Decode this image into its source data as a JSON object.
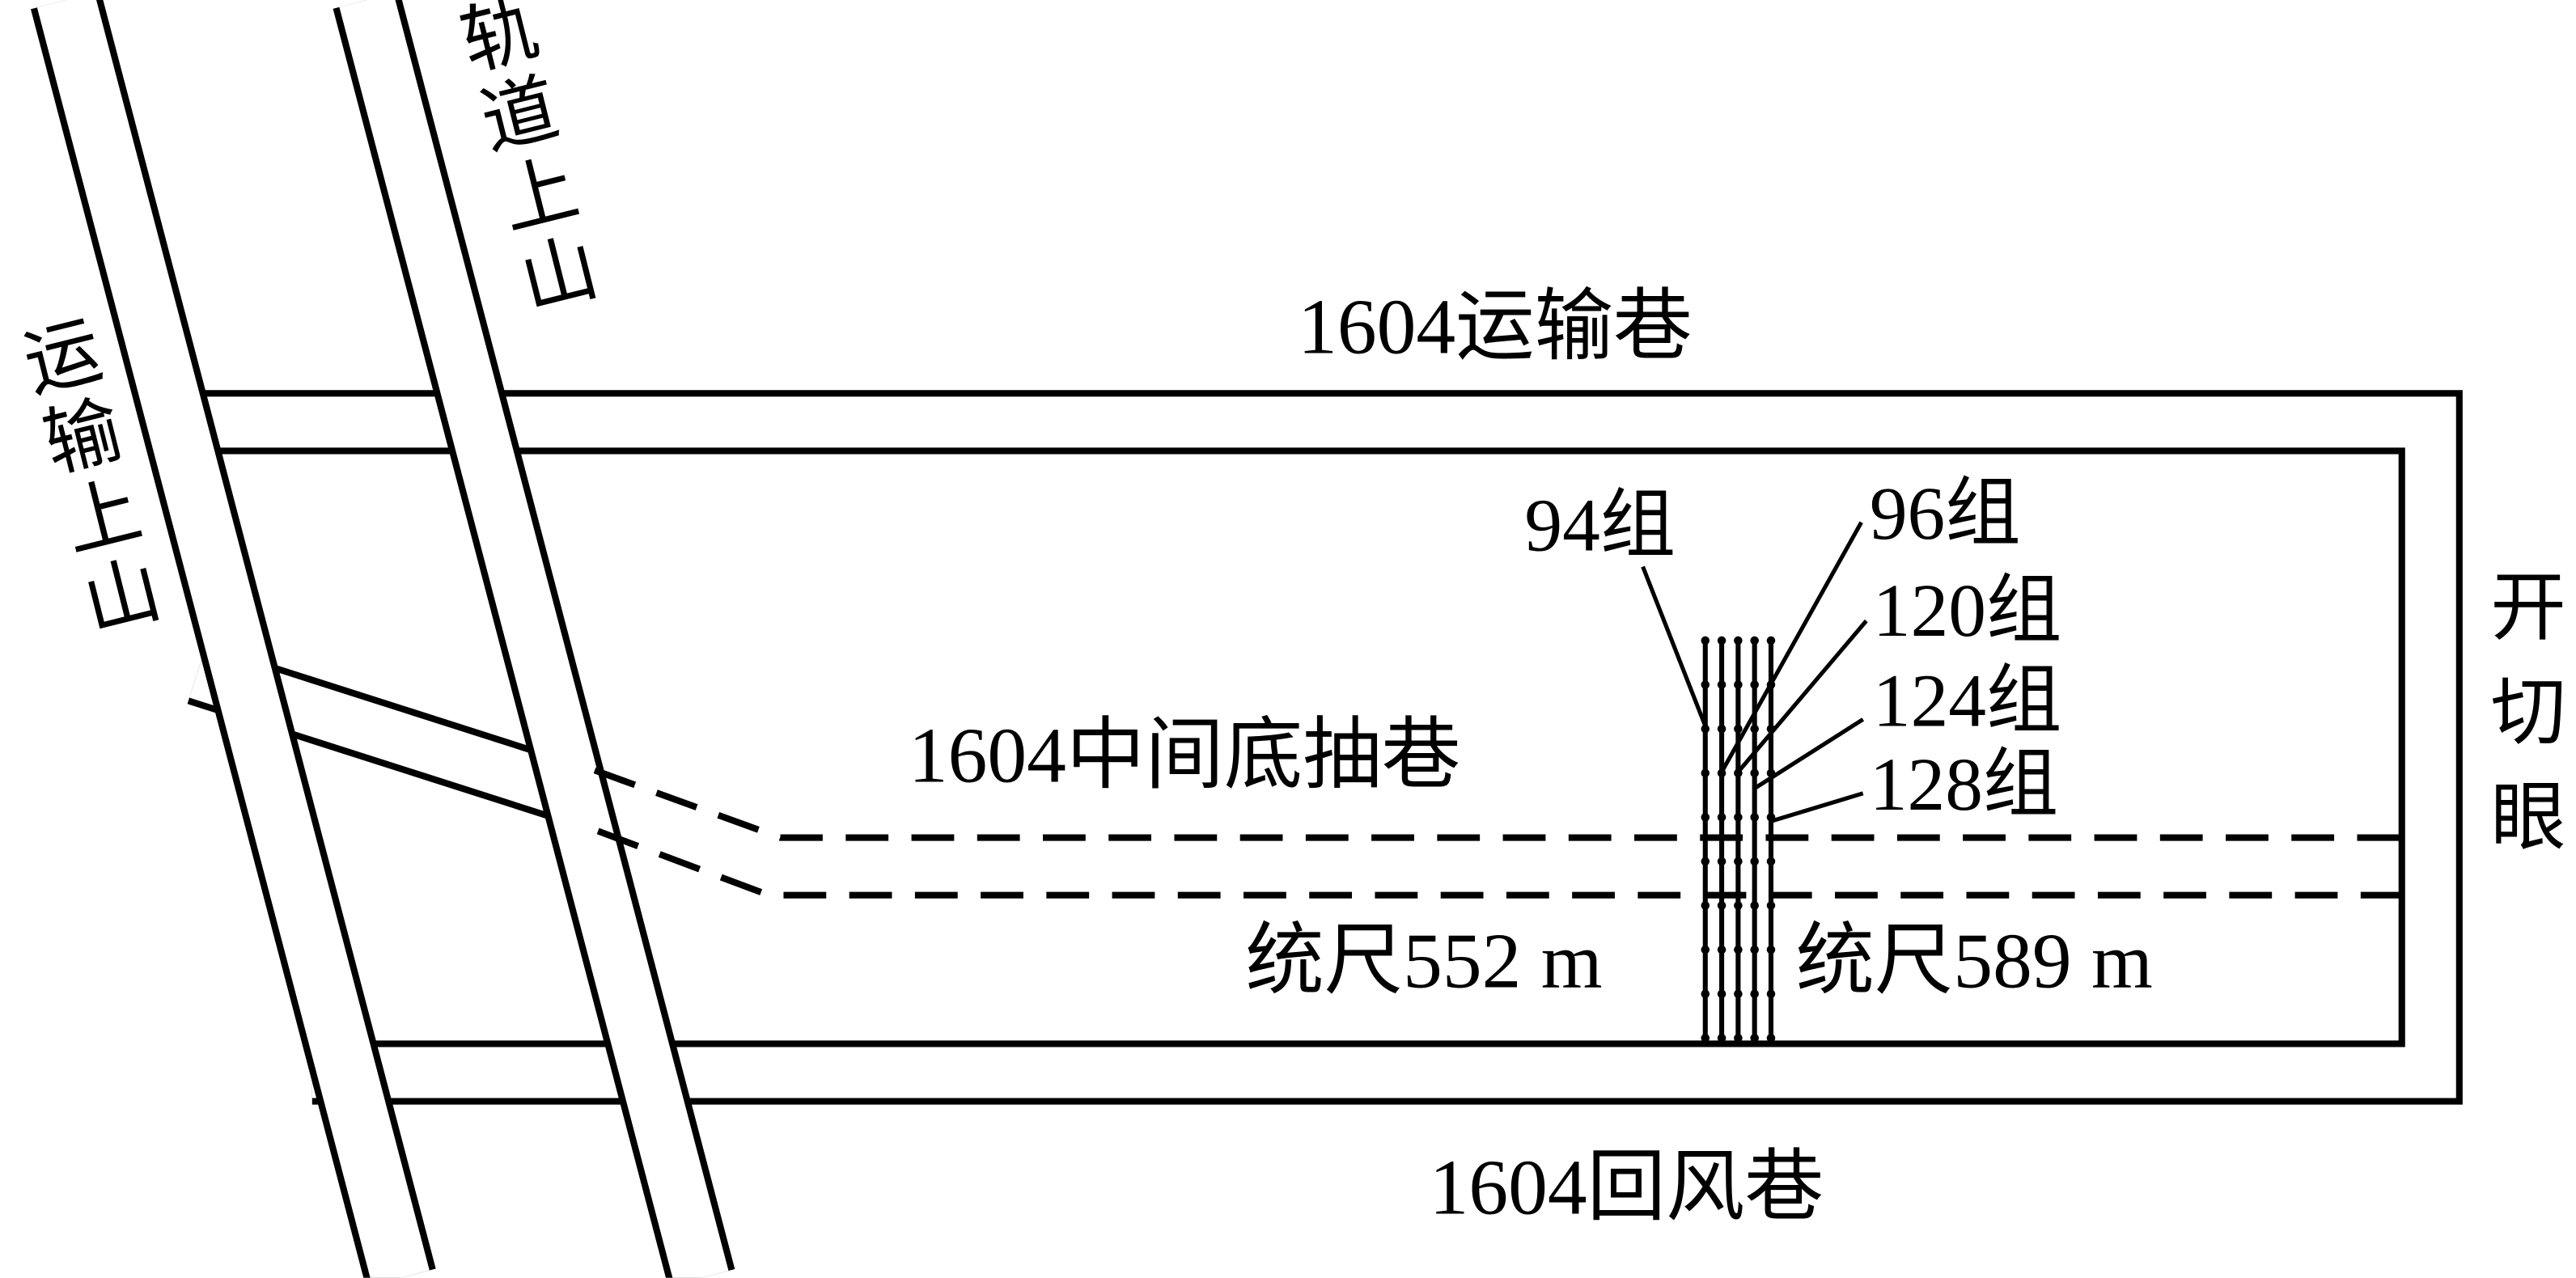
{
  "title": "1604 working face borehole layout",
  "roadways": {
    "transport_upper": "1604运输巷",
    "middle_drainage": "1604中间底抽巷",
    "return_air": "1604回风巷",
    "open_cut": "开切眼",
    "track_uphill": "轨道上山",
    "transport_uphill": "运输上山"
  },
  "positions": {
    "left": "统尺552 m",
    "right": "统尺589 m"
  },
  "borehole_groups": [
    "94组",
    "96组",
    "120组",
    "124组",
    "128组"
  ],
  "colors": {
    "line": "#000000",
    "background": "#ffffff"
  }
}
